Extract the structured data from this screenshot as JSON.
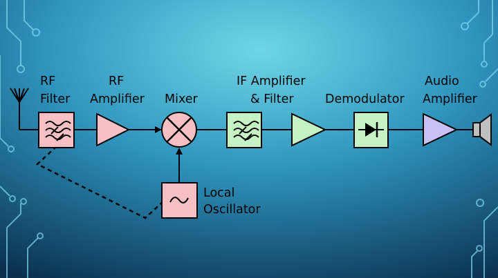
{
  "labels": {
    "rf_filter_line1": "RF",
    "rf_filter_line2": "Filter",
    "rf_amp_line1": "RF",
    "rf_amp_line2": "Amplifier",
    "mixer": "Mixer",
    "if_line1": "IF Amplifier",
    "if_line2": "& Filter",
    "demodulator": "Demodulator",
    "audio_line1": "Audio",
    "audio_line2": "Amplifier",
    "lo_line1": "Local",
    "lo_line2": "Oscillator"
  },
  "colors": {
    "rf_block": "#f7c0c4",
    "if_block": "#c6f3c4",
    "audio_block": "#c9c1f3",
    "speaker": "#bfbfbf",
    "background_top": "#64cfe1",
    "background_bottom": "#0b3a56"
  },
  "icons": {
    "antenna": "antenna-icon",
    "filter": "bandpass-filter-icon",
    "amplifier": "amplifier-triangle-icon",
    "mixer": "mixer-cross-circle-icon",
    "oscillator": "sine-wave-icon",
    "demodulator": "diode-icon",
    "speaker": "speaker-icon"
  }
}
